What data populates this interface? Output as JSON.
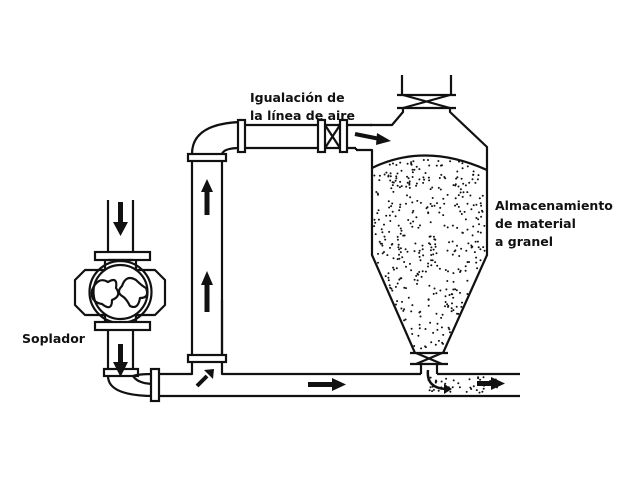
{
  "labels": {
    "air_line": [
      "Igualación de",
      "la línea de aire"
    ],
    "storage": [
      "Almacenamiento",
      "de material",
      "a granel"
    ],
    "blower": "Soplador"
  },
  "colors": {
    "line": "#111111",
    "background": "#ffffff"
  }
}
